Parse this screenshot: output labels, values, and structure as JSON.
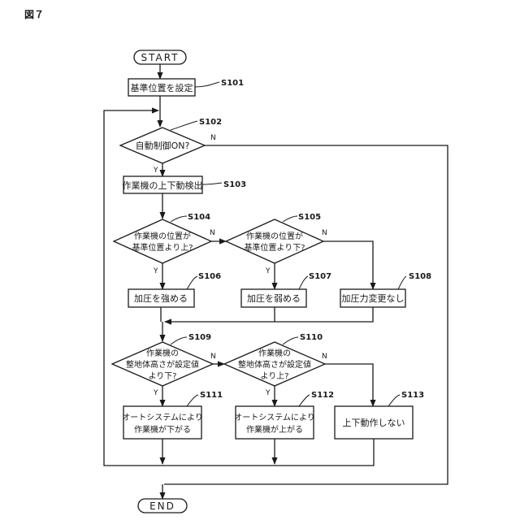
{
  "figure_label": "図７",
  "terminals": {
    "start": "START",
    "end": "END"
  },
  "yes_label": "Y",
  "no_label": "N",
  "steps": {
    "s101": {
      "id": "S101",
      "text": "基準位置を設定"
    },
    "s102": {
      "id": "S102",
      "text": "自動制御ON?"
    },
    "s103": {
      "id": "S103",
      "text": "作業機の上下動検出"
    },
    "s104": {
      "id": "S104",
      "lines": [
        "作業機の位置が",
        "基準位置より上?"
      ]
    },
    "s105": {
      "id": "S105",
      "lines": [
        "作業機の位置が",
        "基準位置より下?"
      ]
    },
    "s106": {
      "id": "S106",
      "text": "加圧を強める"
    },
    "s107": {
      "id": "S107",
      "text": "加圧を弱める"
    },
    "s108": {
      "id": "S108",
      "text": "加圧力変更なし"
    },
    "s109": {
      "id": "S109",
      "lines": [
        "作業機の",
        "整地体高さが設定値",
        "より下?"
      ]
    },
    "s110": {
      "id": "S110",
      "lines": [
        "作業機の",
        "整地体高さが設定値",
        "より上?"
      ]
    },
    "s111": {
      "id": "S111",
      "lines": [
        "オートシステムにより",
        "作業機が下がる"
      ]
    },
    "s112": {
      "id": "S112",
      "lines": [
        "オートシステムにより",
        "作業機が上がる"
      ]
    },
    "s113": {
      "id": "S113",
      "text": "上下動作しない"
    }
  }
}
